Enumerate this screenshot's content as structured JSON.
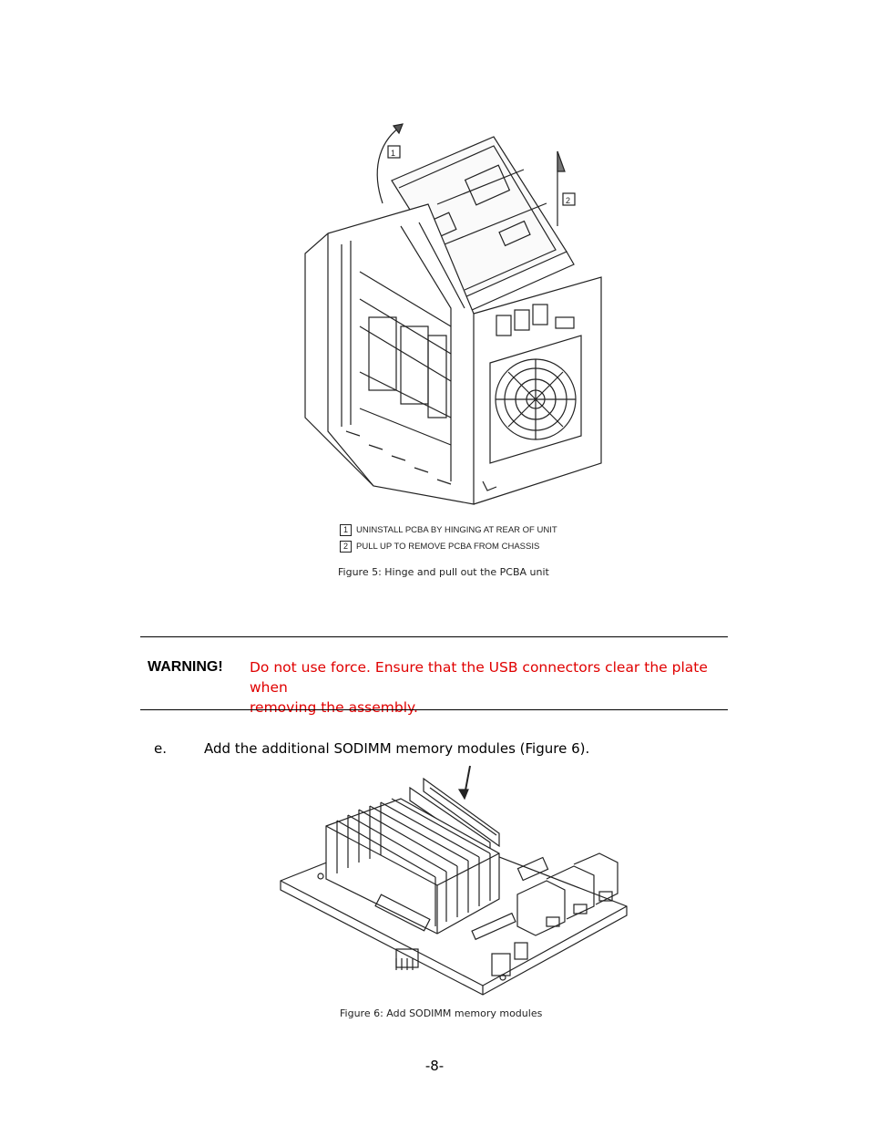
{
  "figure5": {
    "callout_1": "1",
    "callout_2": "2",
    "legend": [
      {
        "num": "1",
        "text": "UNINSTALL PCBA BY HINGING AT REAR OF UNIT"
      },
      {
        "num": "2",
        "text": "PULL UP TO REMOVE PCBA FROM CHASSIS"
      }
    ],
    "caption": "Figure 5: Hinge and pull out the PCBA unit"
  },
  "warning": {
    "label": "WARNING!",
    "text_line1": "Do not use force.  Ensure that the USB connectors clear the plate when",
    "text_line2": "removing the assembly.",
    "color": "#e00000"
  },
  "step": {
    "letter": "e.",
    "text": "Add the additional SODIMM memory modules (Figure 6)."
  },
  "figure6": {
    "caption": "Figure 6: Add SODIMM memory modules"
  },
  "page_number": "-8-"
}
